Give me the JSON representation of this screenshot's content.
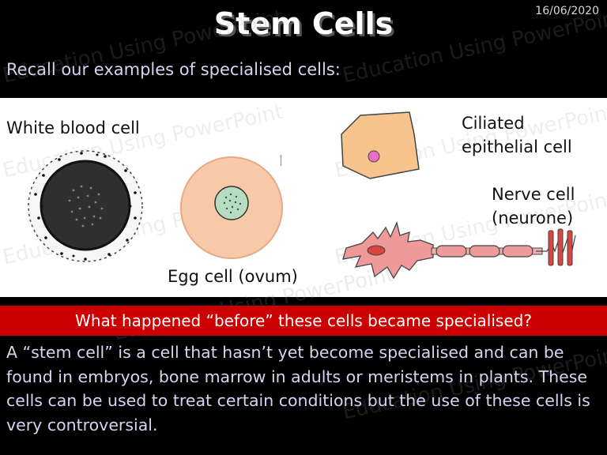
{
  "header": {
    "date": "16/06/2020",
    "title": "Stem Cells"
  },
  "intro": "Recall our examples of specialised cells:",
  "cells": {
    "white_blood": "White blood cell",
    "ciliated_line1": "Ciliated",
    "ciliated_line2": "epithelial cell",
    "nerve_line1": "Nerve cell",
    "nerve_line2": "(neurone)",
    "egg": "Egg cell (ovum)"
  },
  "question": "What happened “before” these cells became specialised?",
  "body": "A “stem cell” is a cell that hasn’t yet become specialised and can be found in embryos, bone marrow in adults or meristems in plants.  These cells can be used to treat certain conditions but the use of these cells is very controversial.",
  "watermark": "Education Using PowerPoint",
  "colors": {
    "background": "#000000",
    "banner": "#cc0000",
    "text_light": "#d6d4f2",
    "egg": "#f8c9a8",
    "nucleus": "#b7dcc2",
    "nerve": "#ef9a9a"
  }
}
